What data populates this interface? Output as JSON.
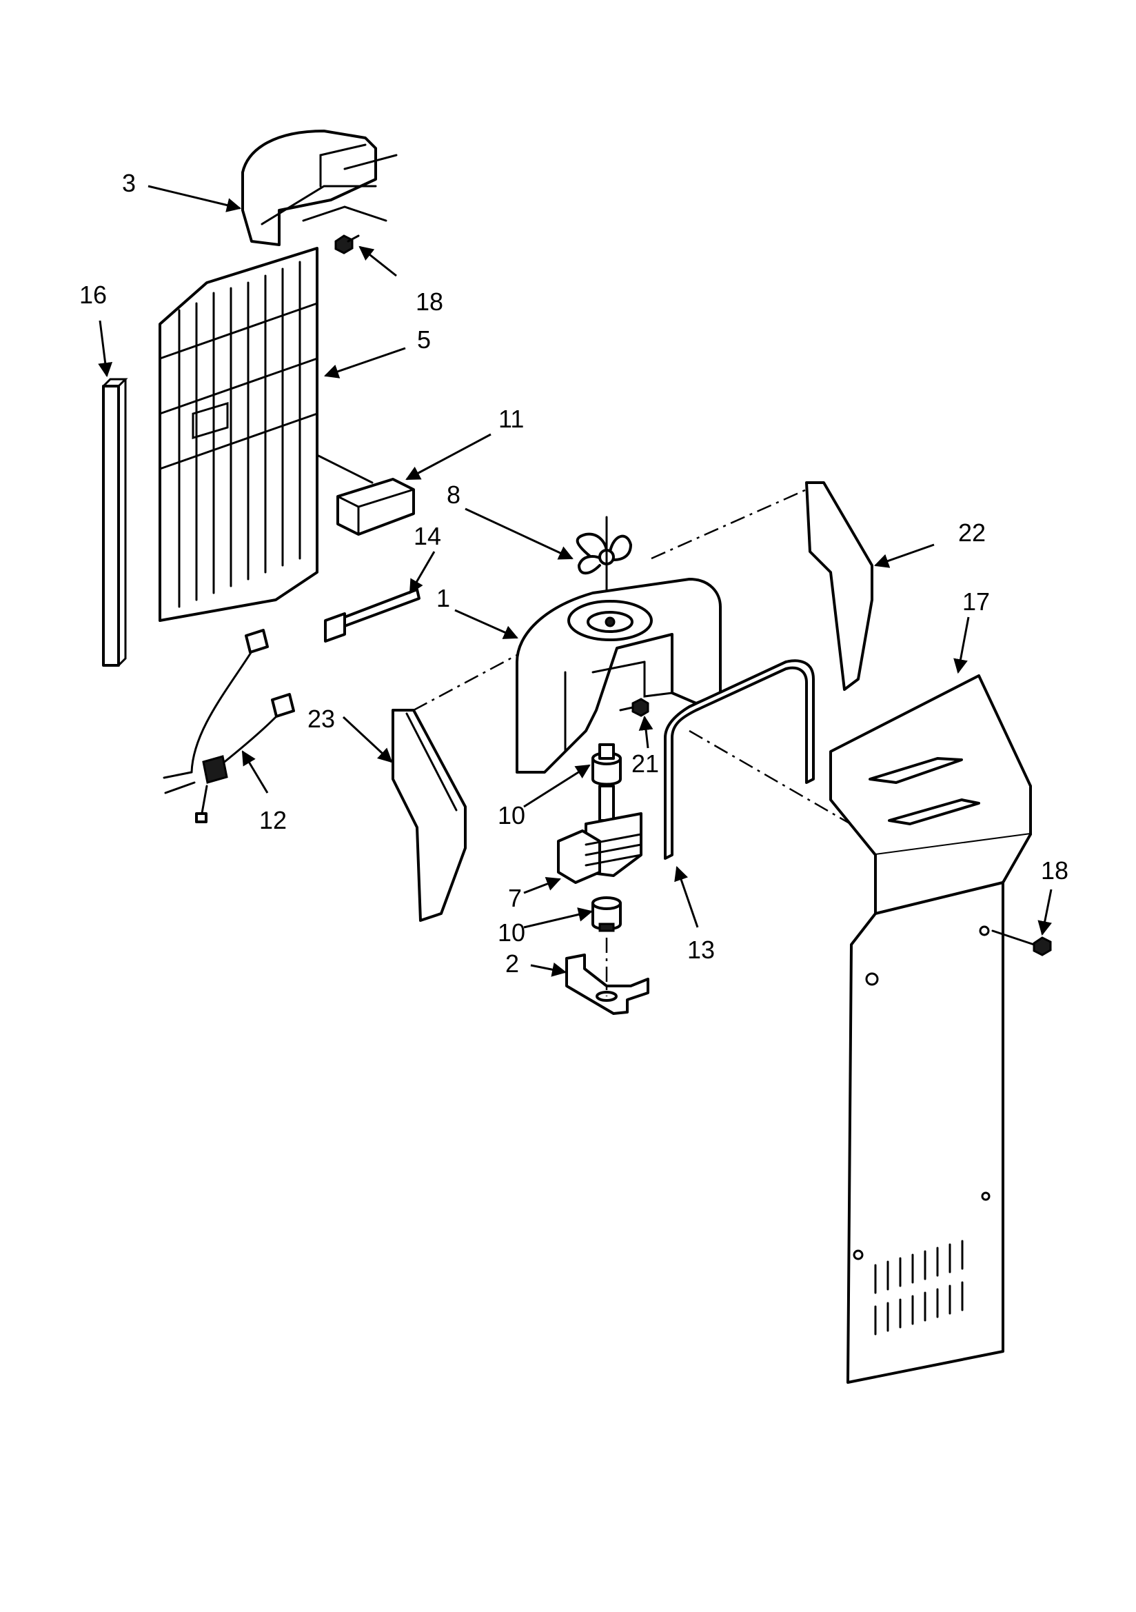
{
  "callouts": [
    {
      "id": "c3",
      "text": "3"
    },
    {
      "id": "c18a",
      "text": "18"
    },
    {
      "id": "c16",
      "text": "16"
    },
    {
      "id": "c5",
      "text": "5"
    },
    {
      "id": "c11",
      "text": "11"
    },
    {
      "id": "c8",
      "text": "8"
    },
    {
      "id": "c14",
      "text": "14"
    },
    {
      "id": "c22",
      "text": "22"
    },
    {
      "id": "c1",
      "text": "1"
    },
    {
      "id": "c17",
      "text": "17"
    },
    {
      "id": "c23",
      "text": "23"
    },
    {
      "id": "c12",
      "text": "12"
    },
    {
      "id": "c10a",
      "text": "10"
    },
    {
      "id": "c21",
      "text": "21"
    },
    {
      "id": "c13",
      "text": "13"
    },
    {
      "id": "c7",
      "text": "7"
    },
    {
      "id": "c10b",
      "text": "10"
    },
    {
      "id": "c2",
      "text": "2"
    },
    {
      "id": "c18b",
      "text": "18"
    }
  ]
}
